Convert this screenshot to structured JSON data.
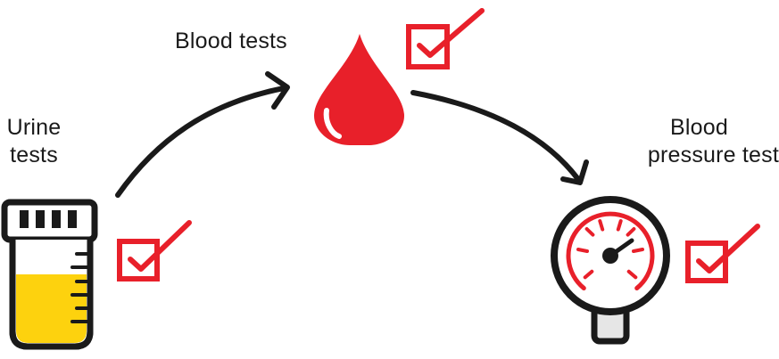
{
  "steps": {
    "urine": {
      "label_line1": "Urine",
      "label_line2": "tests",
      "icon": "urine-sample-cup-icon",
      "checked": true
    },
    "blood": {
      "label": "Blood tests",
      "icon": "blood-drop-icon",
      "checked": true
    },
    "bp": {
      "label_line1": "Blood",
      "label_line2": "pressure test",
      "icon": "pressure-gauge-icon",
      "checked": true
    }
  },
  "flow": [
    "urine",
    "blood",
    "bp"
  ],
  "colors": {
    "accent": "#e8202a",
    "ink": "#1a1a1a",
    "urine": "#fdd20e",
    "gauge_stem": "#e6e6e6"
  }
}
